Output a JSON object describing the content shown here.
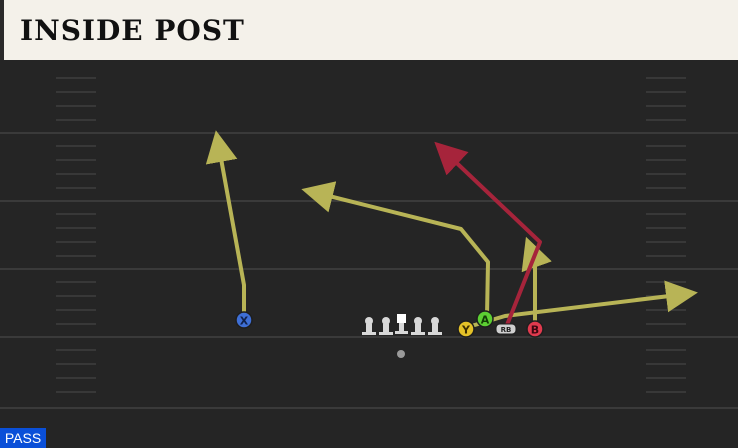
{
  "play": {
    "title": "INSIDE POST",
    "type_badge": "PASS"
  },
  "colors": {
    "route_primary": "#b8b456",
    "route_secondary": "#a6243b",
    "receiver_x": "#3e6fd6",
    "receiver_y": "#e4c128",
    "receiver_a": "#5ccf33",
    "receiver_b": "#e03a4e",
    "header_bg": "#f4f1ea",
    "field_bg": "#252525",
    "badge_bg": "#0a4fd8"
  },
  "receivers": [
    {
      "key": "x",
      "label": "X"
    },
    {
      "key": "y",
      "label": "Y"
    },
    {
      "key": "a",
      "label": "A"
    },
    {
      "key": "b",
      "label": "B"
    },
    {
      "key": "rb",
      "label": "RB"
    }
  ]
}
